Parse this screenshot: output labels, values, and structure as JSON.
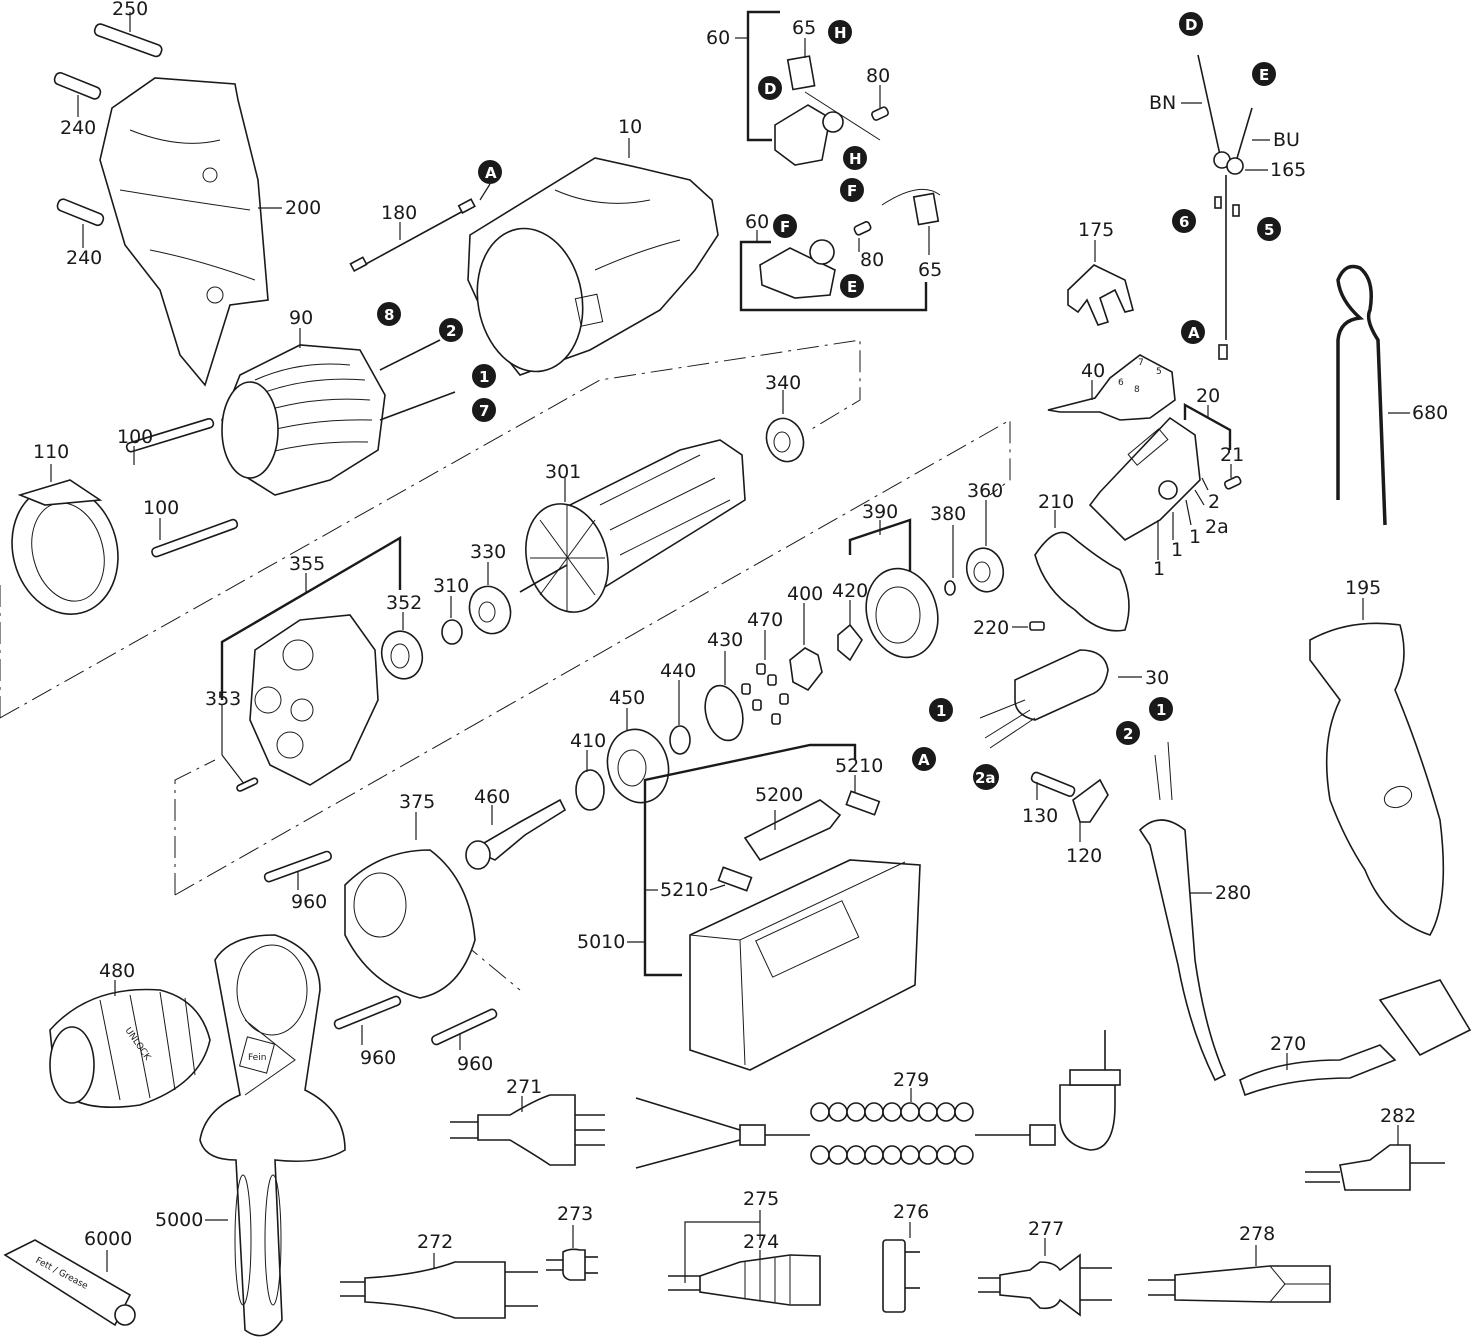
{
  "diagram": {
    "type": "exploded-parts-diagram",
    "subject": "power drill",
    "parts": {
      "p250": "250",
      "p240a": "240",
      "p240b": "240",
      "p200": "200",
      "p180": "180",
      "p10": "10",
      "p90": "90",
      "p100a": "100",
      "p100b": "100",
      "p110": "110",
      "p60a": "60",
      "p65a": "65",
      "p80a": "80",
      "p60b": "60",
      "p80b": "80",
      "p65b": "65",
      "pBN": "BN",
      "pBU": "BU",
      "p165": "165",
      "p175": "175",
      "p40": "40",
      "p20": "20",
      "p21": "21",
      "p1a": "1",
      "p1b": "1",
      "p1c": "1",
      "p2": "2",
      "p2a": "2a",
      "p680": "680",
      "p340": "340",
      "p301": "301",
      "p330": "330",
      "p310": "310",
      "p352": "352",
      "p355": "355",
      "p353": "353",
      "p390": "390",
      "p380": "380",
      "p360": "360",
      "p420": "420",
      "p400": "400",
      "p470": "470",
      "p430": "430",
      "p440": "440",
      "p450": "450",
      "p410": "410",
      "p460": "460",
      "p375": "375",
      "p960a": "960",
      "p960b": "960",
      "p960c": "960",
      "p210": "210",
      "p220": "220",
      "p195": "195",
      "p30": "30",
      "p130": "130",
      "p120": "120",
      "p280": "280",
      "p5210a": "5210",
      "p5210b": "5210",
      "p5200": "5200",
      "p5010": "5010",
      "p480": "480",
      "p5000": "5000",
      "p6000": "6000",
      "p271": "271",
      "p279": "279",
      "p270": "270",
      "p282": "282",
      "p272": "272",
      "p273": "273",
      "p275": "275",
      "p274": "274",
      "p276": "276",
      "p277": "277",
      "p278": "278"
    },
    "connector_switch_pins": [
      "7",
      "6",
      "8",
      "5"
    ],
    "badges": {
      "A1": "A",
      "A2": "A",
      "A3": "A",
      "D1": "D",
      "D2": "D",
      "E1": "E",
      "E2": "E",
      "F1": "F",
      "F2": "F",
      "H1": "H",
      "H2": "H",
      "n8": "8",
      "n2a": "2",
      "n1a": "1",
      "n7": "7",
      "n6": "6",
      "n5": "5",
      "n1b": "1",
      "n2b": "2",
      "n1c": "1",
      "n2ab": "2a"
    },
    "printed_text": {
      "grease_tube": "Fett / Grease",
      "chuck": "UNLOCK",
      "logo": "Fein"
    }
  }
}
